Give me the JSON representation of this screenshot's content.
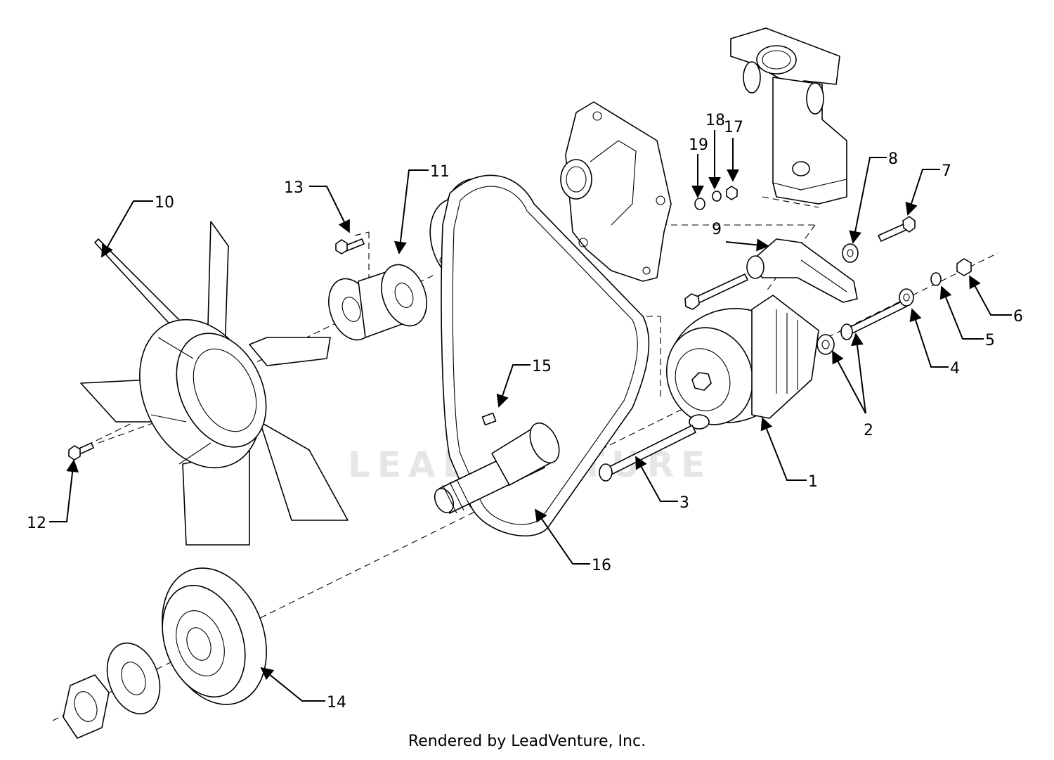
{
  "watermark": {
    "text": "LEADVENTURE"
  },
  "credit": "Rendered by LeadVenture, Inc.",
  "callouts": {
    "c1": "1",
    "c2": "2",
    "c3": "3",
    "c4": "4",
    "c5": "5",
    "c6": "6",
    "c7": "7",
    "c8": "8",
    "c9": "9",
    "c10": "10",
    "c11": "11",
    "c12": "12",
    "c13": "13",
    "c14": "14",
    "c15": "15",
    "c16": "16",
    "c17": "17",
    "c18": "18",
    "c19": "19"
  }
}
